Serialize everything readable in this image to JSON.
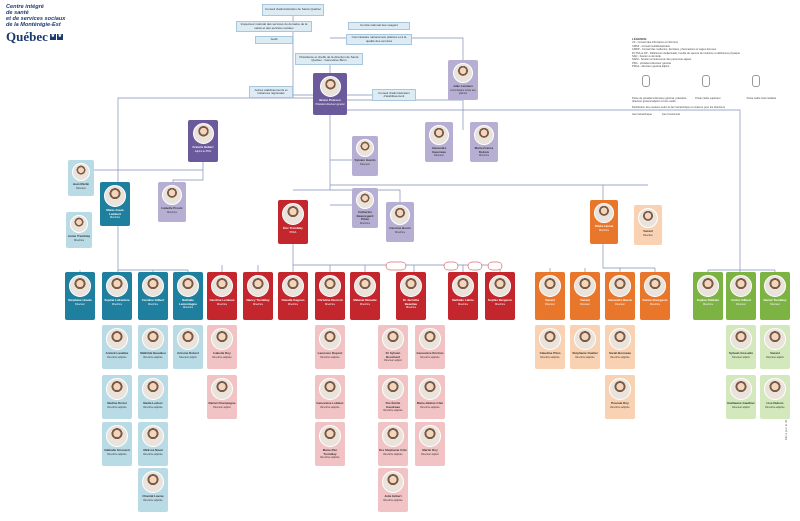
{
  "header": {
    "org_line1": "Centre intégré",
    "org_line2": "de santé",
    "org_line3": "et de services sociaux",
    "org_line4": "de la Montérégie-Est",
    "wordmark": "Québec"
  },
  "top_boxes": {
    "conseil": "Conseil d'administration de Santé Québec",
    "inspecteur": "Inspecteur national des services du domaine de la santé et des services sociaux",
    "comite_usagers": "Comité national des usagers",
    "audit": "Audit",
    "commissaire": "Commissaire national aux plaintes et à la qualité des services",
    "pdg_sq": "Présidente et cheffe de la direction de Santé Québec - Geneviève Biron",
    "autres": "Autres établissements et instances régionales",
    "ca_etab": "Conseil d'administration d'établissement"
  },
  "legend": {
    "title": "LÉGENDE",
    "items": [
      "CII - Conseil des infirmières et infirmiers",
      "CMSF - Conseil multidisciplinaire",
      "CMDP - Conseil des médecins, dentistes, pharmaciens et sages-femmes",
      "DI-TSA et DP - Déficience intellectuelle, trouble du spectre de l'autisme et déficience physique",
      "SAD - Soutien à domicile",
      "SAPA - Soutien à l'autonomie des personnes âgées",
      "PDG - président-directeur général",
      "PDGA - directeur général adjoint"
    ],
    "sym1": "Poste de président-directeur général, président-directeur général adjoint et hors cadre",
    "sym2": "Poste cadre supérieur",
    "sym3": "Poste cadre intermédiaire",
    "note": "Distribution des couleurs selon le lien hiérarchique et couleurs pour les directions",
    "line1": "Lien hiérarchique",
    "line2": "Lien fonctionnel"
  },
  "people": {
    "pdg": {
      "name": "Bruno Poisson",
      "title": "Président-directeur général"
    },
    "commissaire": {
      "name": "Julie Lemieux",
      "title": "Commissaire locale aux plaintes"
    },
    "dir_ad": {
      "name": "Francis Hébert",
      "title": "Adjoint au PDG"
    },
    "sa1": {
      "name": "Sylvain Guérin",
      "title": "Directeur"
    },
    "sa2": {
      "name": "Catherine Beauregard Pilote",
      "title": "Directrice"
    },
    "sa3": {
      "name": "Caroline Bonin",
      "title": "Directrice"
    },
    "pdga": {
      "name": "Éric Tremblay",
      "title": "PDGA"
    },
    "cli": {
      "name": "Olivia Lavoie",
      "title": "Directrice"
    },
    "vacant": {
      "name": "Vacant",
      "title": "Direction"
    },
    "m1": {
      "name": "Jean Marlin",
      "title": "Directeur"
    },
    "m2": {
      "name": "Marie-Josée Lambert",
      "title": "Directrice"
    },
    "m3": {
      "name": "Annie Tremblay",
      "title": "Directrice"
    },
    "m4": {
      "name": "Isabelle Proulx",
      "title": "Directrice"
    },
    "r1": {
      "name": "Alexandre Gauvreau",
      "title": "Directeur"
    },
    "r2": {
      "name": "Marie-France Dubois",
      "title": "Directrice"
    }
  },
  "row_blue": [
    {
      "name": "Stéphane Houde",
      "title": "Directeur"
    },
    {
      "name": "Sophie Lafrenière",
      "title": "Directrice"
    },
    {
      "name": "Caroline Gilbert",
      "title": "Directrice"
    },
    {
      "name": "Nathalie Lamontagne",
      "title": "Directrice"
    }
  ],
  "row_red": [
    {
      "name": "Caroline Lemieux",
      "title": "Directrice"
    },
    {
      "name": "Nancy Tremblay",
      "title": "Directrice"
    },
    {
      "name": "Claudia Gagnon",
      "title": "Directrice"
    },
    {
      "name": "Christine Dumont",
      "title": "Directrice"
    },
    {
      "name": "Mélanie Monette",
      "title": "Directrice"
    },
    {
      "name": "Dr Jacinthe Beaulieu",
      "title": "Directrice"
    },
    {
      "name": "Nathalie Labrie",
      "title": "Directrice"
    },
    {
      "name": "Sophie Bergeron",
      "title": "Directrice"
    }
  ],
  "row_orange": [
    {
      "name": "Vacant",
      "title": "Directeur"
    },
    {
      "name": "Vacant",
      "title": "Directeur"
    },
    {
      "name": "Alexandre Bacon",
      "title": "Directeur"
    },
    {
      "name": "Karine Bourgeois",
      "title": "Directrice"
    }
  ],
  "row_green": [
    {
      "name": "Sophie Pelletier",
      "title": "Directrice"
    },
    {
      "name": "Carlos Gilbert",
      "title": "Directeur"
    },
    {
      "name": "Daniel Tremblay",
      "title": "Directeur"
    }
  ],
  "sub_blue": [
    {
      "name": "Annick Lavallée",
      "title": "Directrice adjointe"
    },
    {
      "name": "Mathilde Beaulieu",
      "title": "Directrice adjointe"
    },
    {
      "name": "Antoine Robert",
      "title": "Directeur adjoint"
    },
    {
      "name": "Nadine Drolet",
      "title": "Directrice adjointe"
    },
    {
      "name": "Nadia Leclerc",
      "title": "Directrice adjointe"
    },
    {
      "name": "Nathalie Girouard",
      "title": "Directrice adjointe"
    },
    {
      "name": "Mélissa Naud",
      "title": "Directrice adjointe"
    },
    {
      "name": "Chantal Lavoie",
      "title": "Directrice adjointe"
    }
  ],
  "sub_red": [
    {
      "name": "Isabelle Roy",
      "title": "Directrice adjointe"
    },
    {
      "name": "Laurence Dupont",
      "title": "Directrice adjointe"
    },
    {
      "name": "Geneviève Leblanc",
      "title": "Directrice adjointe"
    },
    {
      "name": "Marie-Pier Tremblay",
      "title": "Directrice adjointe"
    },
    {
      "name": "Daniel Champagne",
      "title": "Directeur adjoint"
    },
    {
      "name": "Dr Sylvain Bouchard",
      "title": "Directeur adjoint"
    },
    {
      "name": "Dre Émilie Gaudreau",
      "title": "Directrice adjointe"
    },
    {
      "name": "Dre Stéphanie Côté",
      "title": "Directrice adjointe"
    },
    {
      "name": "Julie Hébert",
      "title": "Directrice adjointe"
    },
    {
      "name": "Geneviève Rochon",
      "title": "Directrice adjointe"
    },
    {
      "name": "Marie-Hélène Côté",
      "title": "Directrice adjointe"
    },
    {
      "name": "Martin Roy",
      "title": "Directeur adjoint"
    }
  ],
  "sub_orange": [
    {
      "name": "Claudine Pilon",
      "title": "Directrice adjointe"
    },
    {
      "name": "Stéphanie Ouellet",
      "title": "Directrice adjointe"
    },
    {
      "name": "Sarah Bonneau",
      "title": "Directrice adjointe"
    },
    {
      "name": "Pascale Roy",
      "title": "Directrice adjointe"
    }
  ],
  "sub_green": [
    {
      "name": "Sylvain Gosselin",
      "title": "Directeur adjoint"
    },
    {
      "name": "Vacant",
      "title": "Directeur adjoint"
    },
    {
      "name": "Guillaume Gauthier",
      "title": "Directeur adjoint"
    },
    {
      "name": "Lise Dubois",
      "title": "Directrice adjointe"
    }
  ],
  "side_note": "Mis à jour le 30 septembre 2025",
  "colors": {
    "purple": "#6b5a9b",
    "purple_light": "#b7aed4",
    "blue": "#1f7f9f",
    "blue_light": "#b9dbe6",
    "red": "#c4262e",
    "red_light": "#f2c3c5",
    "orange": "#e8762b",
    "orange_light": "#f8d2b2",
    "green": "#7cb342",
    "green_light": "#d4e8bd",
    "line": "#7f8fb8"
  }
}
